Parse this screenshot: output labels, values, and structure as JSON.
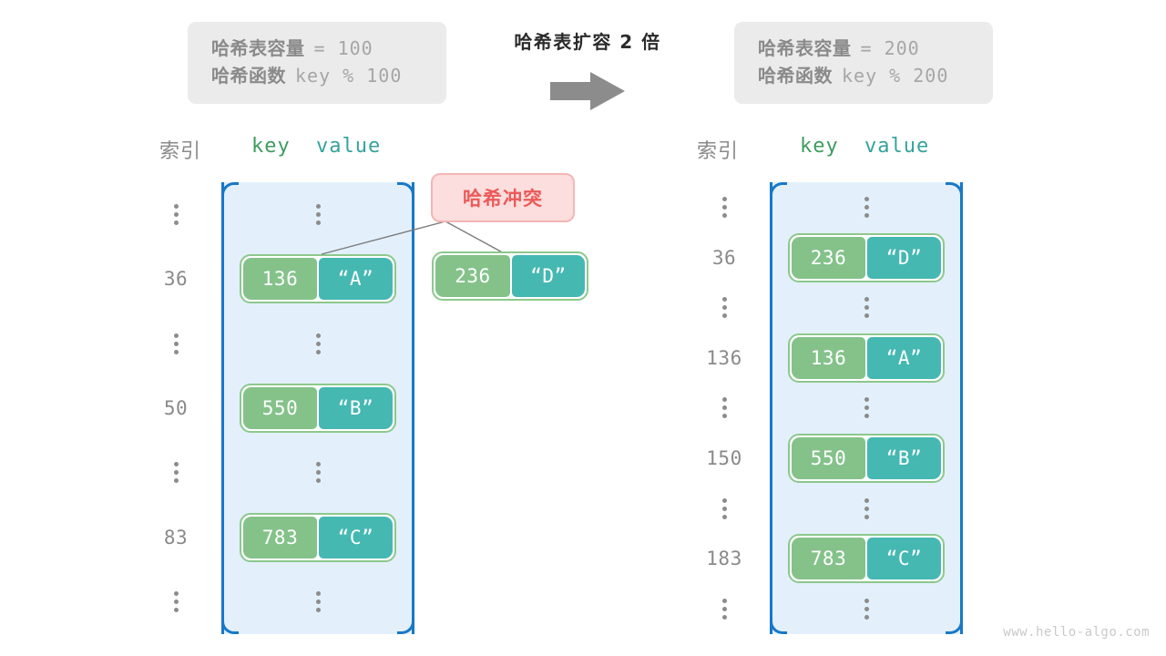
{
  "diagram": {
    "title": "哈希表扩容 2 倍",
    "watermark": "www.hello-algo.com",
    "arrow_icon": "right-arrow-icon"
  },
  "before": {
    "capacity_label": "哈希表容量",
    "capacity_value": "= 100",
    "function_label": "哈希函数",
    "function_value": "key % 100",
    "head_index": "索引",
    "head_key": "key",
    "head_value": "value",
    "rows": [
      {
        "index": "⋮",
        "type": "ellipsis"
      },
      {
        "index": "36",
        "type": "entry",
        "key": "136",
        "value": "“A”"
      },
      {
        "index": "⋮",
        "type": "ellipsis"
      },
      {
        "index": "50",
        "type": "entry",
        "key": "550",
        "value": "“B”"
      },
      {
        "index": "⋮",
        "type": "ellipsis"
      },
      {
        "index": "83",
        "type": "entry",
        "key": "783",
        "value": "“C”"
      },
      {
        "index": "⋮",
        "type": "ellipsis"
      }
    ],
    "collision": {
      "badge": "哈希冲突",
      "key": "236",
      "value": "“D”"
    }
  },
  "after": {
    "capacity_label": "哈希表容量",
    "capacity_value": "= 200",
    "function_label": "哈希函数",
    "function_value": "key % 200",
    "head_index": "索引",
    "head_key": "key",
    "head_value": "value",
    "rows": [
      {
        "index": "⋮",
        "type": "ellipsis"
      },
      {
        "index": "36",
        "type": "entry",
        "key": "236",
        "value": "“D”"
      },
      {
        "index": "⋮",
        "type": "ellipsis"
      },
      {
        "index": "136",
        "type": "entry",
        "key": "136",
        "value": "“A”"
      },
      {
        "index": "⋮",
        "type": "ellipsis"
      },
      {
        "index": "150",
        "type": "entry",
        "key": "550",
        "value": "“B”"
      },
      {
        "index": "⋮",
        "type": "ellipsis"
      },
      {
        "index": "183",
        "type": "entry",
        "key": "783",
        "value": "“C”"
      },
      {
        "index": "⋮",
        "type": "ellipsis"
      }
    ]
  },
  "colors": {
    "key_fill": "#84c28a",
    "value_fill": "#45b8b2",
    "table_fill": "#e3f0fb",
    "table_border": "#1878c8",
    "badge_fill": "#fbdedd",
    "badge_text": "#eb5a5a",
    "info_fill": "#ebebeb"
  }
}
